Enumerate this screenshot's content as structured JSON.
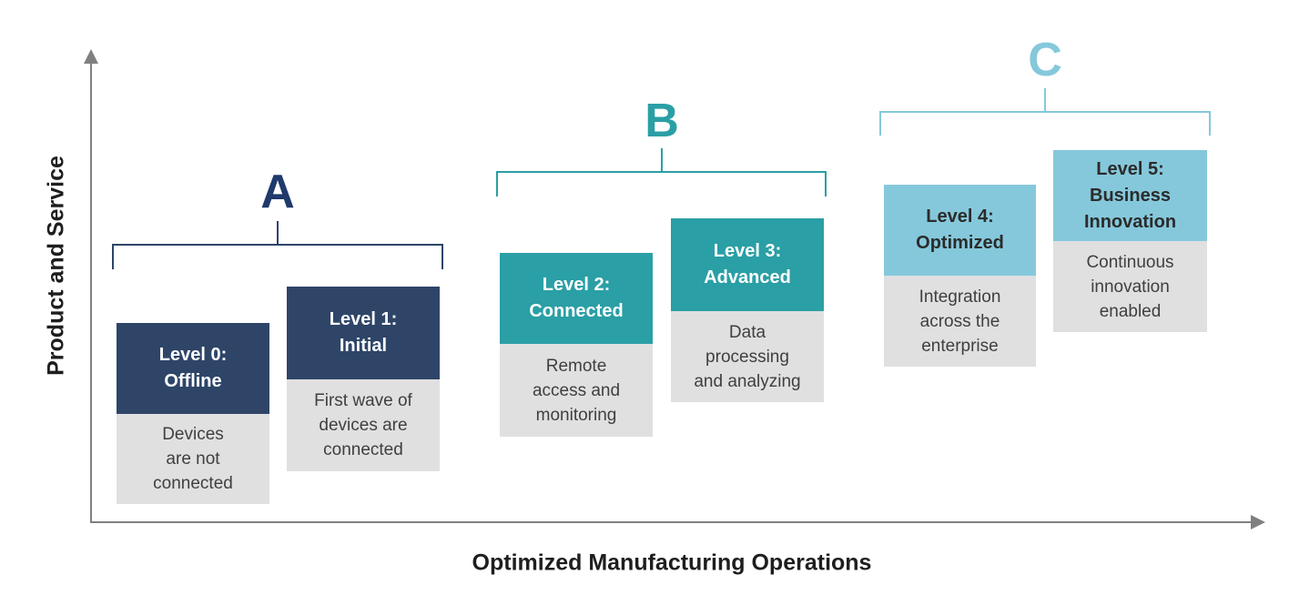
{
  "axes": {
    "y_label": "Product and Service",
    "x_label": "Optimized Manufacturing Operations"
  },
  "groups": [
    {
      "label": "A",
      "levels": [
        "Level 0",
        "Level 1"
      ]
    },
    {
      "label": "B",
      "levels": [
        "Level 2",
        "Level 3"
      ]
    },
    {
      "label": "C",
      "levels": [
        "Level 4",
        "Level 5"
      ]
    }
  ],
  "levels": [
    {
      "title": "Level 0:\nOffline",
      "description": "Devices\nare not\nconnected"
    },
    {
      "title": "Level 1:\nInitial",
      "description": "First wave of\ndevices are\nconnected"
    },
    {
      "title": "Level 2:\nConnected",
      "description": "Remote\naccess and\nmonitoring"
    },
    {
      "title": "Level 3:\nAdvanced",
      "description": "Data\nprocessing\nand analyzing"
    },
    {
      "title": "Level 4:\nOptimized",
      "description": "Integration\nacross the\nenterprise"
    },
    {
      "title": "Level 5:\nBusiness\nInnovation",
      "description": "Continuous\ninnovation\nenabled"
    }
  ],
  "icons": {
    "y_axis_arrow": "arrow-up",
    "x_axis_arrow": "arrow-right"
  },
  "colors": {
    "navy": "#2E4568",
    "navy_letter": "#1F3A6B",
    "teal": "#2A9FA5",
    "light_blue": "#85C8DB",
    "body_gray": "#E0E0E0",
    "body_text": "#3F3F3F",
    "dark_header_text": "#2B2B2B",
    "white": "#FFFFFF",
    "axis_gray": "#808080"
  }
}
